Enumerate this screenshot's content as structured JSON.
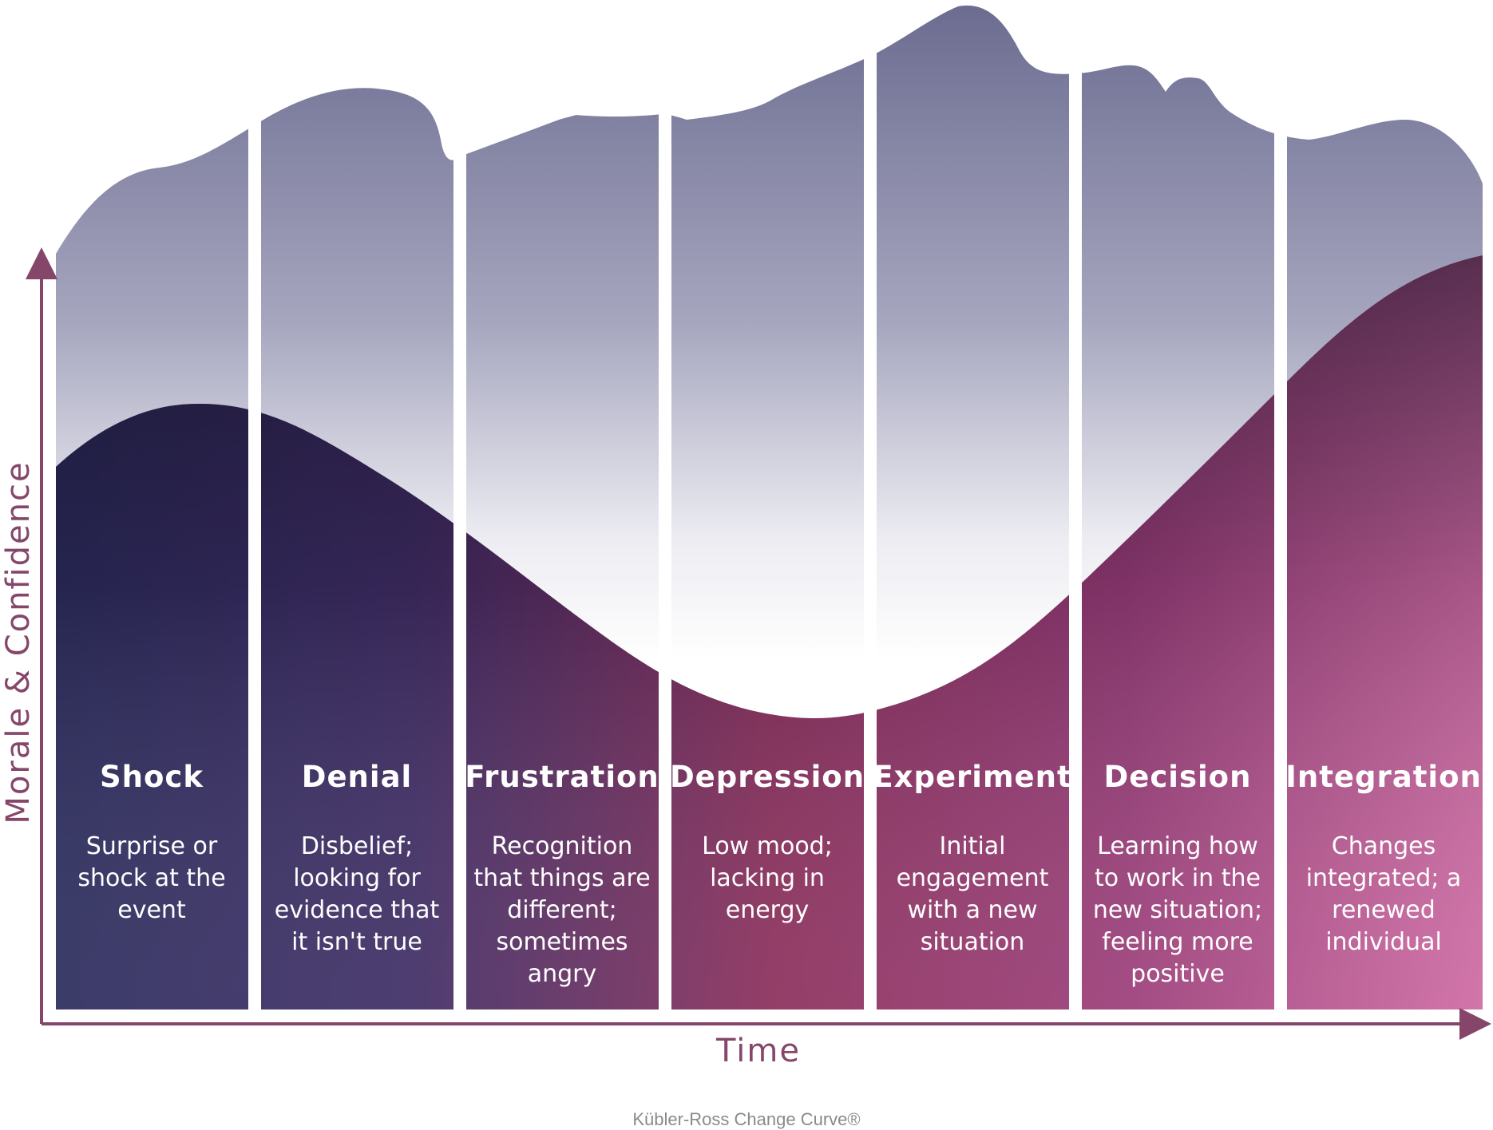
{
  "axes": {
    "y_label": "Morale & Confidence",
    "x_label": "Time"
  },
  "stages": [
    {
      "title": "Shock",
      "description": [
        "Surprise or",
        "shock at the",
        "event"
      ]
    },
    {
      "title": "Denial",
      "description": [
        "Disbelief;",
        "looking for",
        "evidence that",
        "it isn't true"
      ]
    },
    {
      "title": "Frustration",
      "description": [
        "Recognition",
        "that things are",
        "different;",
        "sometimes",
        "angry"
      ]
    },
    {
      "title": "Depression",
      "description": [
        "Low mood;",
        "lacking in",
        "energy"
      ]
    },
    {
      "title": "Experiment",
      "description": [
        "Initial",
        "engagement",
        "with a new",
        "situation"
      ]
    },
    {
      "title": "Decision",
      "description": [
        "Learning how",
        "to  work in the",
        "new situation;",
        "feeling more",
        "positive"
      ]
    },
    {
      "title": "Integration",
      "description": [
        "Changes",
        "integrated; a",
        "renewed",
        "individual"
      ]
    }
  ],
  "footer": "Kübler-Ross Change Curve®",
  "colors": {
    "axis": "#86466a",
    "sky_top": "#6b6b90",
    "sky_bottom": "#ffffff",
    "curve_left_top": "#201d38",
    "curve_right_top": "#4a2236",
    "curve_left_bottom": "#3d3a78",
    "curve_right_bottom": "#d66fa8"
  }
}
